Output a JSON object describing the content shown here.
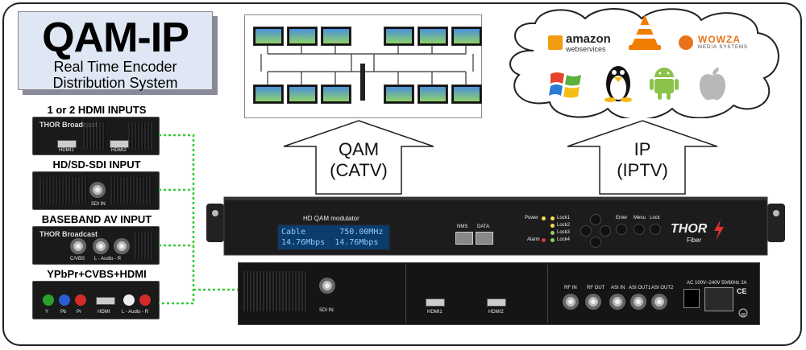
{
  "title": {
    "main": "QAM-IP",
    "line1": "Real Time Encoder",
    "line2": "Distribution System"
  },
  "inputs": [
    {
      "label": "1 or 2 HDMI INPUTS",
      "ports": [
        "HDMI1",
        "HDMI2"
      ]
    },
    {
      "label": "HD/SD-SDI INPUT",
      "ports": [
        "SDI IN"
      ]
    },
    {
      "label": "BASEBAND AV INPUT",
      "ports": [
        "C/VBS",
        "L - Audio - R"
      ]
    },
    {
      "label": "YPbPr+CVBS+HDMI",
      "ports": [
        "Y",
        "Pb",
        "Pr",
        "HDMI",
        "L - Audio - R"
      ]
    }
  ],
  "card_brand": "THOR Broadcast",
  "qam_arrow": {
    "line1": "QAM",
    "line2": "(CATV)"
  },
  "ip_arrow": {
    "line1": "IP",
    "line2": "(IPTV)"
  },
  "cloud_services": [
    {
      "name": "amazon web services",
      "icon": "amazon-aws-icon",
      "text1": "amazon",
      "text2": "webservices"
    },
    {
      "name": "VLC",
      "icon": "vlc-cone-icon"
    },
    {
      "name": "WOWZA MEDIA SYSTEMS",
      "icon": "wowza-icon",
      "text1": "WOWZA",
      "text2": "MEDIA SYSTEMS"
    },
    {
      "name": "Windows",
      "icon": "windows-icon"
    },
    {
      "name": "Linux",
      "icon": "linux-tux-icon"
    },
    {
      "name": "Android",
      "icon": "android-icon"
    },
    {
      "name": "Apple",
      "icon": "apple-icon"
    }
  ],
  "front_panel": {
    "model": "HD QAM modulator",
    "lcd_line1": "Cable       750.00MHz",
    "lcd_line2": "14.76Mbps  14.76Mbps",
    "ports": [
      "NMS",
      "DATA"
    ],
    "indicators": [
      "Power",
      "Alarm",
      "Lock1",
      "Lock2",
      "Lock3",
      "Lock4"
    ],
    "buttons": [
      "Enter",
      "Menu",
      "Lock"
    ],
    "brand": "THOR",
    "brand_sub": "Fiber"
  },
  "rear_panel": {
    "sdi": "SDI IN",
    "hdmi": [
      "HDMI1",
      "HDMI2"
    ],
    "rf": [
      "RF IN",
      "RF OUT"
    ],
    "asi": [
      "ASI IN",
      "ASI OUT1",
      "ASI OUT2"
    ],
    "power_label": "AC 100V~240V 50/60Hz 2A",
    "ce": "CE"
  },
  "colors": {
    "link": "#33cc33",
    "title_bg": "#dfe7f4",
    "lcd_bg": "#0b3c6b"
  }
}
